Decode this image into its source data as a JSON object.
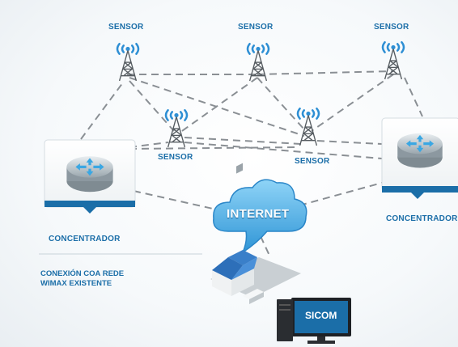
{
  "sensors": [
    {
      "label": "SENSOR"
    },
    {
      "label": "SENSOR"
    },
    {
      "label": "SENSOR"
    },
    {
      "label": "SENSOR"
    },
    {
      "label": "SENSOR"
    }
  ],
  "concentrators": [
    {
      "label": "CONCENTRADOR"
    },
    {
      "label": "CONCENTRADOR"
    }
  ],
  "internet": {
    "label": "INTERNET"
  },
  "sicom": {
    "label": "SICOM"
  },
  "note": {
    "line1": "CONEXIÓN COA REDE",
    "line2": "WIMAX EXISTENTE"
  },
  "colors": {
    "accent": "#1b6ea8",
    "link": "#8a8f94",
    "cloud": "#3aa7e3"
  }
}
